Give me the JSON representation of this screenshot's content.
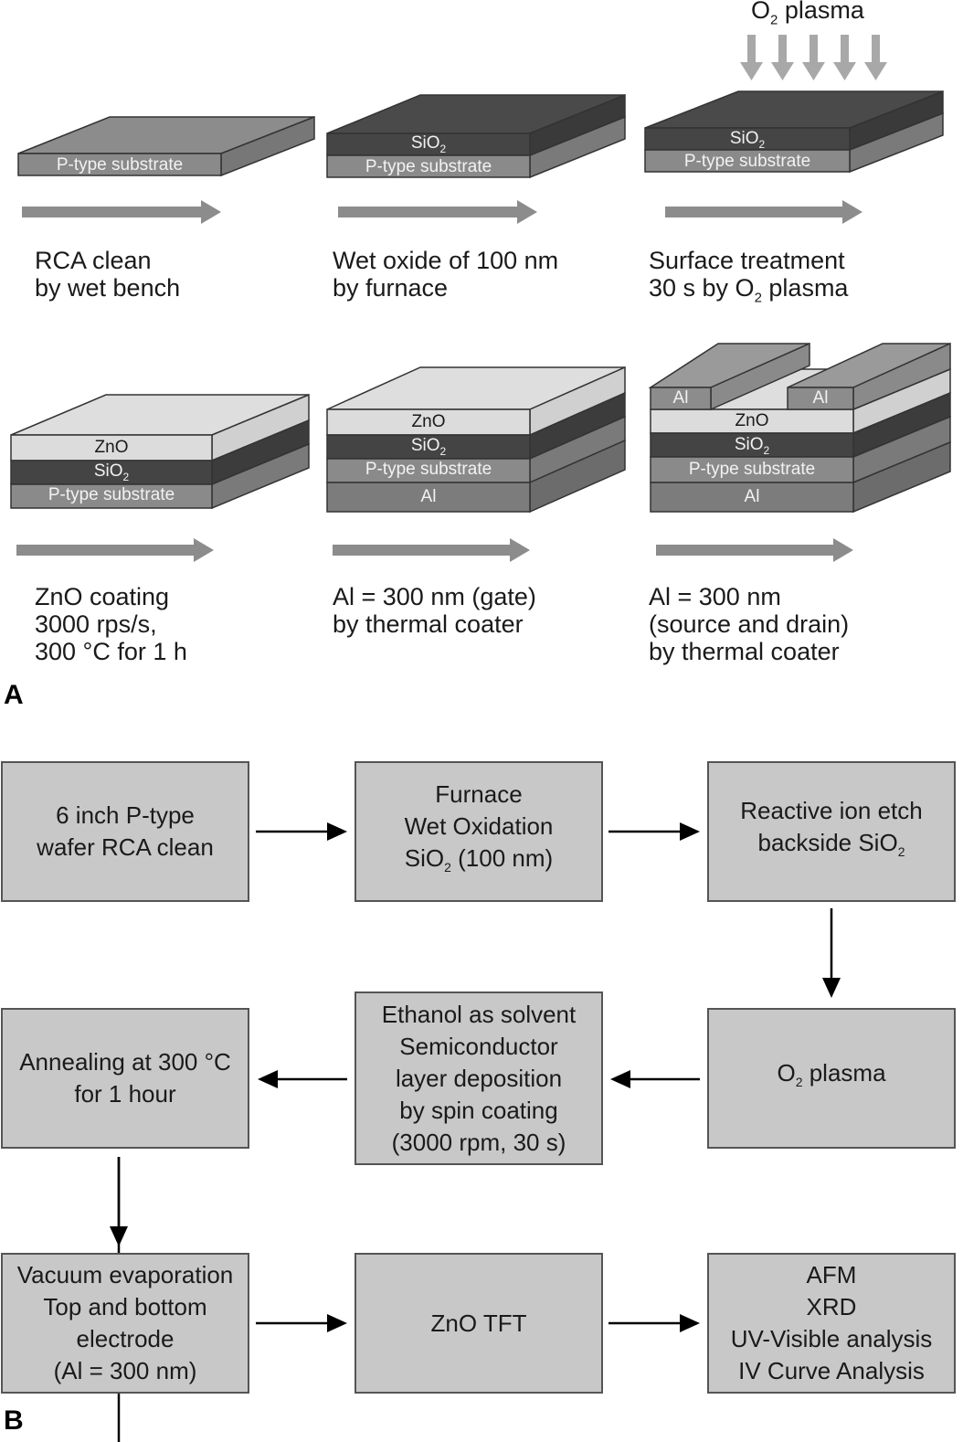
{
  "panel_a": {
    "letter": "A",
    "plasma_label": "O",
    "plasma_label_sub": "2",
    "plasma_label_rest": " plasma",
    "steps": [
      {
        "layers": [
          "P-type substrate"
        ],
        "caption": "RCA clean\nby wet bench"
      },
      {
        "layers": [
          "SiO2",
          "P-type substrate"
        ],
        "caption": "Wet oxide of 100 nm\nby furnace"
      },
      {
        "layers": [
          "SiO2",
          "P-type substrate"
        ],
        "caption_pre": "Surface treatment\n30 s by O",
        "caption_sub": "2",
        "caption_post": " plasma"
      },
      {
        "layers": [
          "ZnO",
          "SiO2",
          "P-type substrate"
        ],
        "caption": "ZnO coating\n3000 rps/s,\n300 °C for 1 h"
      },
      {
        "layers": [
          "ZnO",
          "SiO2",
          "P-type substrate",
          "Al"
        ],
        "caption": "Al = 300 nm (gate)\nby thermal coater"
      },
      {
        "layers": [
          "Al",
          "Al",
          "ZnO",
          "SiO2",
          "P-type substrate",
          "Al"
        ],
        "caption": "Al = 300 nm\n(source and drain)\nby thermal coater"
      }
    ],
    "sio2_text": "SiO",
    "sio2_sub": "2"
  },
  "panel_b": {
    "letter": "B",
    "boxes": {
      "b1": "6 inch P-type\nwafer RCA clean",
      "b2_pre": "Furnace\nWet Oxidation\nSiO",
      "b2_sub": "2",
      "b2_post": " (100 nm)",
      "b3_pre": "Reactive ion etch\nbackside SiO",
      "b3_sub": "2",
      "b4_pre": "O",
      "b4_sub": "2",
      "b4_post": " plasma",
      "b5": "Ethanol as solvent\nSemiconductor\nlayer deposition\nby spin coating\n(3000 rpm, 30 s)",
      "b6": "Annealing at 300 °C\nfor 1 hour",
      "b7": "Vacuum evaporation\nTop and bottom\nelectrode\n(Al = 300 nm)",
      "b8": "ZnO TFT",
      "b9": "AFM\nXRD\nUV-Visible analysis\nIV Curve Analysis"
    }
  }
}
